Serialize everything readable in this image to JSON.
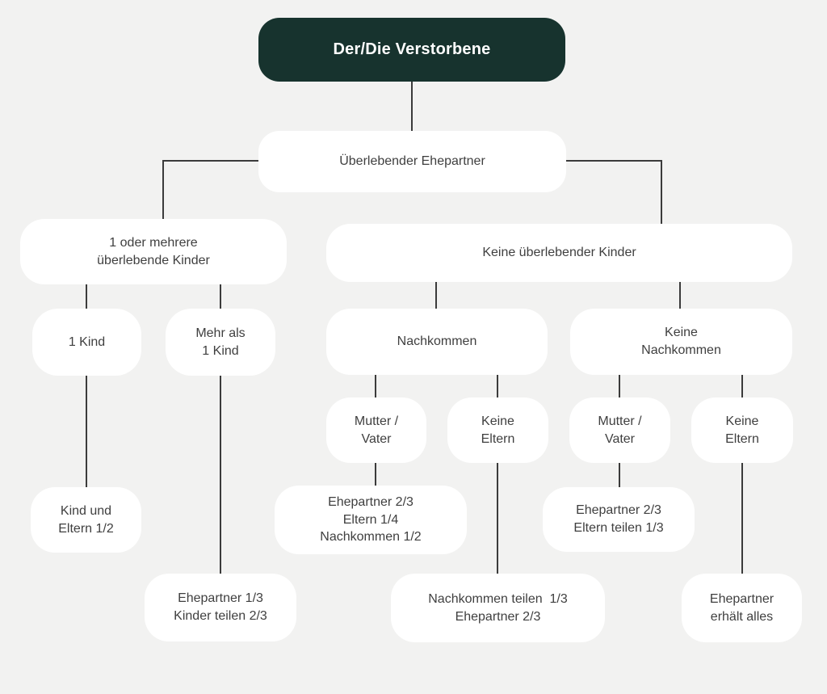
{
  "colors": {
    "background": "#f2f2f1",
    "root_box": "#17332e",
    "root_text": "#ffffff",
    "box": "#ffffff",
    "text": "#3f3f3f",
    "line": "#3b3b3b"
  },
  "nodes": {
    "deceased": {
      "label": "Der/Die Verstorbene"
    },
    "surviving_spouse": {
      "label": "Überlebender Ehepartner"
    },
    "one_or_more_children": {
      "label": "1 oder mehrere\nüberlebende Kinder"
    },
    "no_surviving_children": {
      "label": "Keine überlebender Kinder"
    },
    "one_child": {
      "label": "1 Kind"
    },
    "more_than_one_child": {
      "label": "Mehr als\n1 Kind"
    },
    "descendants": {
      "label": "Nachkommen"
    },
    "no_descendants": {
      "label": "Keine\nNachkommen"
    },
    "mother_father_left": {
      "label": "Mutter /\nVater"
    },
    "no_parents_left": {
      "label": "Keine\nEltern"
    },
    "mother_father_right": {
      "label": "Mutter /\nVater"
    },
    "no_parents_right": {
      "label": "Keine\nEltern"
    },
    "result_child_and_parents_half": {
      "label": "Kind und\nEltern 1/2"
    },
    "result_spouse23_parents14_descendants12": {
      "label": "Ehepartner 2/3\nEltern 1/4\nNachkommen 1/2"
    },
    "result_spouse23_parents_share13": {
      "label": "Ehepartner 2/3\nEltern teilen 1/3"
    },
    "result_spouse13_children_share23": {
      "label": "Ehepartner 1/3\nKinder teilen 2/3"
    },
    "result_descendants_share13_spouse23": {
      "label": "Nachkommen teilen  1/3\nEhepartner 2/3"
    },
    "result_spouse_gets_all": {
      "label": "Ehepartner\nerhält alles"
    }
  }
}
